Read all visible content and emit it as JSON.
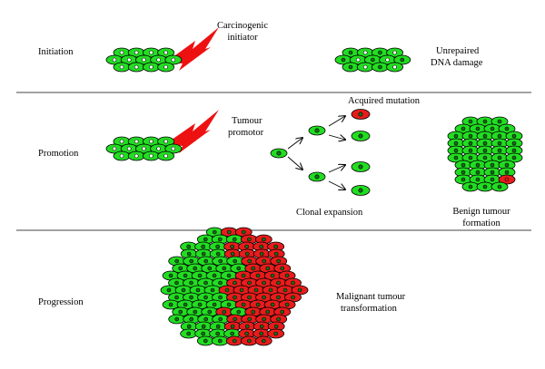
{
  "colors": {
    "healthy_cell": "#22dd22",
    "mutated_cell": "#e81c1c",
    "carcinogen": "#ee1111",
    "cell_outline": "#000000",
    "divider": "#444444",
    "background": "#ffffff"
  },
  "icons": {
    "carcinogen": "lightning-bolt-icon",
    "cell": "ellipse-cell-icon",
    "arrow": "arrow-right-icon"
  },
  "stages": {
    "initiation": {
      "label": "Initiation",
      "agent_line1": "Carcinogenic",
      "agent_line2": "initiator",
      "result_line1": "Unrepaired",
      "result_line2": "DNA damage"
    },
    "promotion": {
      "label": "Promotion",
      "agent_line1": "Tumour",
      "agent_line2": "promotor",
      "mutation_label": "Acquired mutation",
      "expansion_label": "Clonal expansion",
      "result_line1": "Benign tumour",
      "result_line2": "formation"
    },
    "progression": {
      "label": "Progression",
      "result_line1": "Malignant tumour",
      "result_line2": "transformation"
    }
  }
}
